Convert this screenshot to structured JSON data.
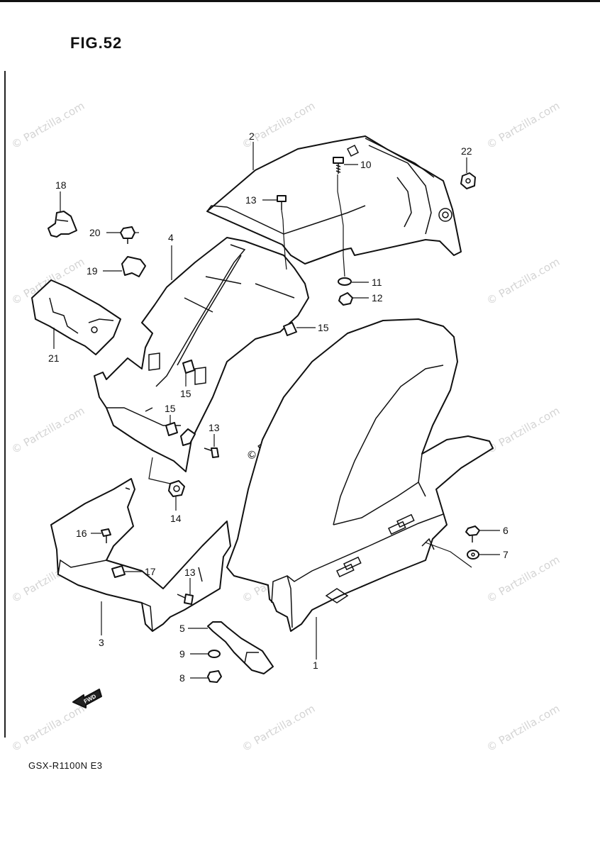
{
  "figure": {
    "title": "FIG.52",
    "model": "GSX-R1100N  E3",
    "fwd_label": "FWD"
  },
  "watermark": {
    "text": "© Partzilla.com"
  },
  "callouts": {
    "c1": "1",
    "c2": "2",
    "c3": "3",
    "c4": "4",
    "c5": "5",
    "c6": "6",
    "c7": "7",
    "c8": "8",
    "c9": "9",
    "c10": "10",
    "c11": "11",
    "c12": "12",
    "c13a": "13",
    "c13b": "13",
    "c13c": "13",
    "c14": "14",
    "c15a": "15",
    "c15b": "15",
    "c15c": "15",
    "c16": "16",
    "c17": "17",
    "c18": "18",
    "c19": "19",
    "c20": "20",
    "c21": "21",
    "c22": "22"
  },
  "colors": {
    "ink": "#111111",
    "watermark": "#d4d4d4",
    "paper": "#ffffff"
  }
}
